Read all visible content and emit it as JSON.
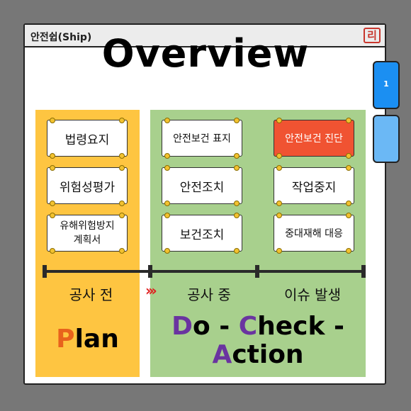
{
  "app": {
    "title": "안전쉽(Ship)",
    "logo_text": "리"
  },
  "heading": "Overview",
  "side_tabs": [
    {
      "label": "1"
    },
    {
      "label": ""
    }
  ],
  "plan_cards": [
    {
      "label": "법령요지"
    },
    {
      "label": "위험성평가"
    },
    {
      "line1": "유해위험방지",
      "line2": "계획서"
    }
  ],
  "during_cards": [
    {
      "label": "안전보건 표지"
    },
    {
      "label": "안전조치"
    },
    {
      "label": "보건조치"
    }
  ],
  "issue_cards": [
    {
      "label": "안전보건 진단"
    },
    {
      "label": "작업중지"
    },
    {
      "label": "중대재해 대응"
    }
  ],
  "timeline": {
    "before": "공사 전",
    "arrows": "›››",
    "during": "공사 중",
    "issue": "이슈 발생"
  },
  "plan_word": {
    "first": "P",
    "rest": "lan"
  },
  "dca_words": {
    "d": "D",
    "o": "o - ",
    "c": "C",
    "heck": "heck -",
    "a": "A",
    "ction": "ction"
  },
  "colors": {
    "plan_bg": "#fec541",
    "dca_bg": "#a8d08d",
    "highlight_card": "#f05332",
    "accent_orange": "#e8621c",
    "accent_purple": "#6a34a0",
    "tab_blue": "#1b8ff2"
  }
}
